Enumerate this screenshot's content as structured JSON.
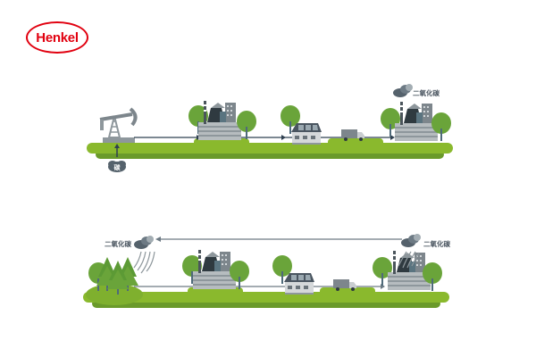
{
  "brand": {
    "name": "Henkel",
    "color": "#e1000f"
  },
  "colors": {
    "grass_light": "#8ab92d",
    "grass_dark": "#6a9a2a",
    "tree": "#6aa43a",
    "pine": "#5c9a35",
    "flow_line": "#2f4050",
    "cloud": "#55626c"
  },
  "scenes": [
    {
      "name": "fossil-carbon-cycle",
      "source_label": "碳",
      "emission_label": "二氧化碳",
      "stages": [
        "oil-pump",
        "factory",
        "house",
        "truck",
        "factory-emitting"
      ]
    },
    {
      "name": "renewable-carbon-cycle",
      "absorption_label": "二氧化碳",
      "emission_label": "二氧化碳",
      "stages": [
        "forest",
        "factory",
        "house",
        "truck",
        "factory-emitting"
      ]
    }
  ]
}
